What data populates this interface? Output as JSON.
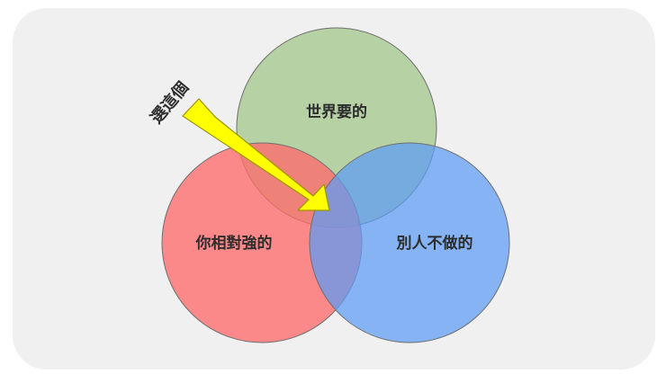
{
  "venn": {
    "top": {
      "label": "世界要的",
      "color": "#9dc485"
    },
    "left": {
      "label": "你相對強的",
      "color": "#ff6b6b"
    },
    "right": {
      "label": "別人不做的",
      "color": "#5b9bf5"
    }
  },
  "pointer": {
    "label": "選這個",
    "color": "#ffff00",
    "stroke": "#b0a800"
  }
}
